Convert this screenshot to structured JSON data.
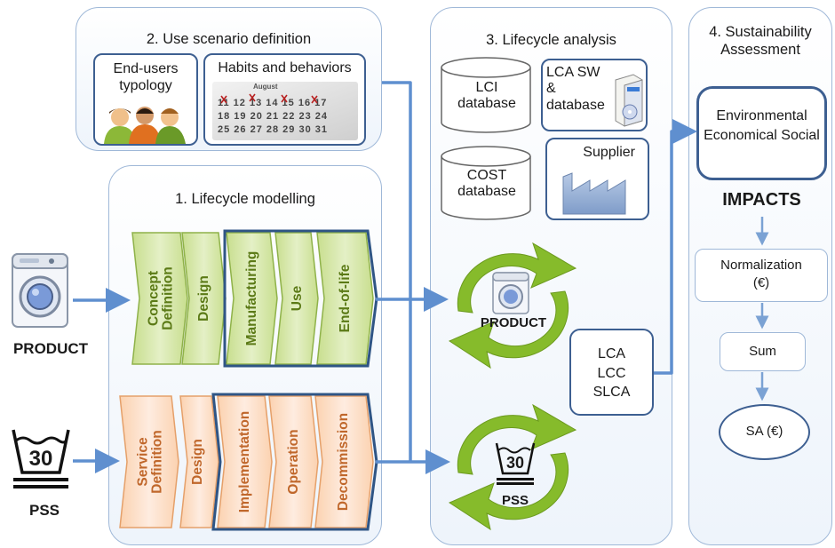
{
  "panel1": {
    "title": "1. Lifecycle modelling"
  },
  "panel2": {
    "title": "2. Use scenario definition",
    "end_users": "End-users typology",
    "habits": "Habits and behaviors",
    "calendar_month": "August",
    "calendar_rows": [
      "11 12 13 14 15 16 17",
      "18 19 20 21 22 23 24",
      "25 26 27 28 29 30 31"
    ]
  },
  "panel3": {
    "title": "3. Lifecycle analysis",
    "lci_db": "LCI database",
    "lca_sw": "LCA SW & database",
    "cost_db": "COST database",
    "supplier": "Supplier",
    "product_cycle": "PRODUCT",
    "pss_cycle": "PSS",
    "methods": "LCA LCC SLCA"
  },
  "panel4": {
    "title": "4. Sustainability Assessment",
    "categories": "Environmental Economical Social",
    "impacts": "IMPACTS",
    "normalization": "Normalization (€)",
    "sum": "Sum",
    "sa": "SA (€)"
  },
  "left": {
    "product_label": "PRODUCT",
    "pss_label": "PSS",
    "pss_temp": "30"
  },
  "product_stages": [
    "Concept Definition",
    "Design",
    "Manufacturing",
    "Use",
    "End-of-life"
  ],
  "pss_stages": [
    "Service Definition",
    "Design",
    "Implementation",
    "Operation",
    "Decommission"
  ],
  "colors": {
    "panel_border": "#9fb8d8",
    "dark_border": "#3d5f91",
    "arrow": "#5f8fcf",
    "green_fill": "#d6e7ad",
    "green_text": "#5b7a16",
    "orange_fill": "#fde1cc",
    "orange_text": "#c0672b",
    "cycle_green": "#86bb2b"
  }
}
